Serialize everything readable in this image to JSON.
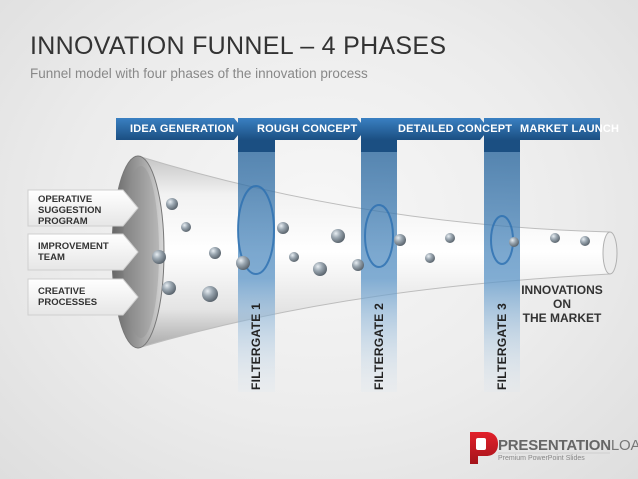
{
  "title": "INNOVATION FUNNEL – 4 PHASES",
  "subtitle": "Funnel model with four phases of the innovation process",
  "phases": [
    {
      "label": "IDEA GENERATION"
    },
    {
      "label": "ROUGH CONCEPT"
    },
    {
      "label": "DETAILED CONCEPT"
    },
    {
      "label": "MARKET LAUNCH"
    }
  ],
  "inputs": [
    {
      "line1": "OPERATIVE",
      "line2": "SUGGESTION",
      "line3": "PROGRAM"
    },
    {
      "line1": "IMPROVEMENT",
      "line2": "TEAM",
      "line3": ""
    },
    {
      "line1": "CREATIVE",
      "line2": "PROCESSES",
      "line3": ""
    }
  ],
  "gates": [
    {
      "label": "FILTERGATE 1"
    },
    {
      "label": "FILTERGATE 2"
    },
    {
      "label": "FILTERGATE 3"
    }
  ],
  "output": {
    "line1": "INNOVATIONS ON",
    "line2": "THE MARKET"
  },
  "logo": {
    "brand_bold": "PRESENTATION",
    "brand_light": "LOAD",
    "tagline": "Premium PowerPoint Slides"
  },
  "colors": {
    "arrow": "#1e5f97",
    "arrow_light": "#3b7fbf",
    "gate_dark": "#0f3f6e"
  }
}
